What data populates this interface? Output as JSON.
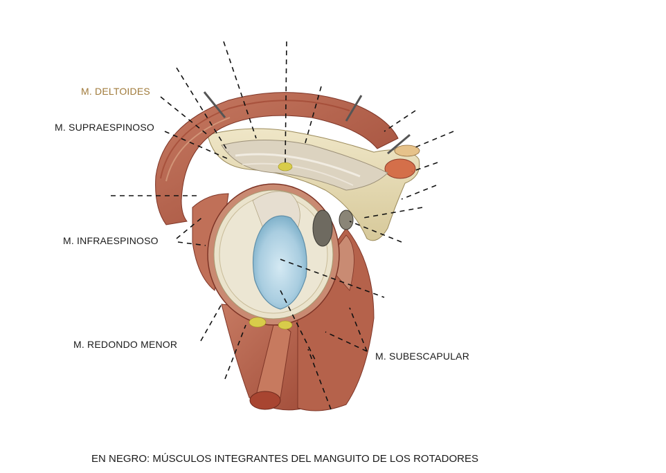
{
  "labels": {
    "deltoides": "M. DELTOIDES",
    "supraespinoso": "M. SUPRAESPINOSO",
    "infraespinoso": "M. INFRAESPINOSO",
    "redondo_menor": "M. REDONDO MENOR",
    "subescapular": "M. SUBESCAPULAR"
  },
  "caption": "EN NEGRO: MÚSCULOS INTEGRANTES DEL MANGUITO DE LOS ROTADORES",
  "colors": {
    "muscle": "#b9664f",
    "muscle_dark": "#8e3d2c",
    "bone": "#e7dcb4",
    "cartilage": "#a9cde0",
    "fat": "#d8cc4a",
    "label_accent": "#a07a3a",
    "label_text": "#1a1a1a"
  }
}
